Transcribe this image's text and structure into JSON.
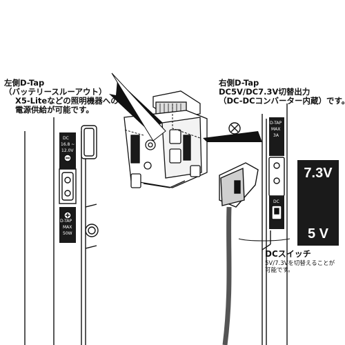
{
  "left": {
    "title": "左側D-Tap",
    "subtitle": "（バッテリースルーアウト）",
    "note_line1": "X5-Liteなどの照明機器への",
    "note_line2": "電源供給が可能です。",
    "panel_dc": "DC",
    "panel_volt1": "16.8 ~",
    "panel_volt2": "12.0V",
    "panel_dtap": "D-TAP",
    "panel_max": "MAX",
    "panel_watts": "50W"
  },
  "right": {
    "title": "右側D-Tap",
    "line2": "DC5V/DC7.3V切替出力",
    "line3": "（DC-DCコンバーター内蔵）です。",
    "panel_dtap": "D-TAP",
    "panel_max": "MAX",
    "panel_amps": "3A",
    "panel_dc": "DC"
  },
  "switch": {
    "high": "7.3V",
    "low": "5 V",
    "title": "DCスイッチ",
    "desc_line1": "5V/7.3Vを切替えることが",
    "desc_line2": "可能です。"
  },
  "colors": {
    "ink": "#111111",
    "panel": "#1a1a1a",
    "cable": "#555555",
    "paper": "#ffffff"
  },
  "icons": [
    "arrow-pointer",
    "screw-icon",
    "up-arrow-icon",
    "down-arrow-icon",
    "switch-icon"
  ]
}
